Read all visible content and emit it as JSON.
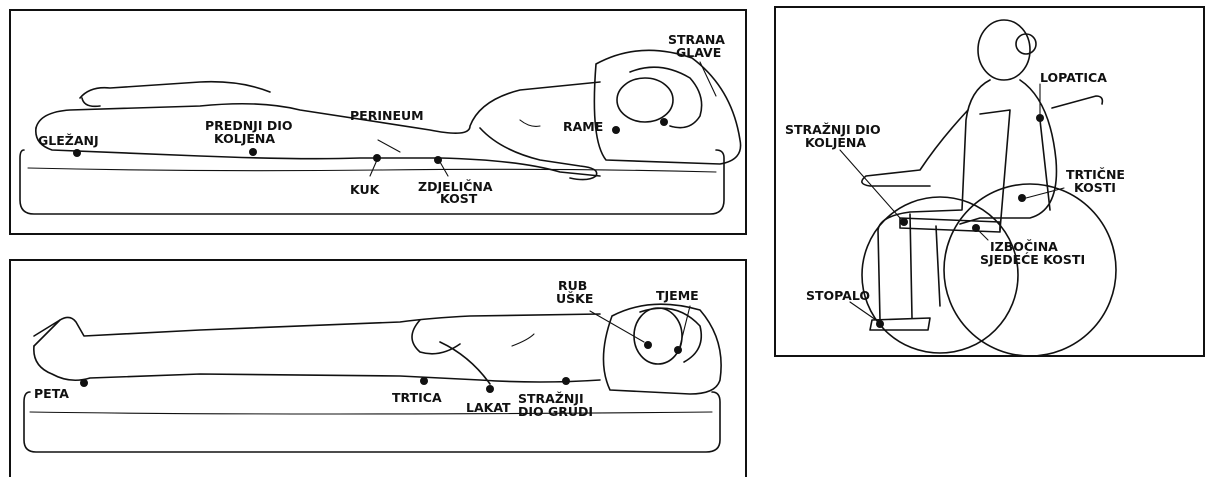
{
  "side_lying": {
    "labels": {
      "strana_glave_1": "STRANA",
      "strana_glave_2": "GLAVE",
      "gleznaj": "GLEŽANJ",
      "prednji_1": "PREDNJI DIO",
      "prednji_2": "KOLJENA",
      "perineum": "PERINEUM",
      "rame": "RAME",
      "kuk": "KUK",
      "zdjelicna_1": "ZDJELIČNA",
      "zdjelicna_2": "KOST"
    }
  },
  "supine": {
    "labels": {
      "rub_1": "RUB",
      "rub_2": "UŠKE",
      "tjeme": "TJEME",
      "peta": "PETA",
      "trtica": "TRTICA",
      "lakat": "LAKAT",
      "strazni_grudi_1": "STRAŽNJI",
      "strazni_grudi_2": "DIO GRUDI"
    }
  },
  "seated": {
    "labels": {
      "lopatica": "LOPATICA",
      "strazni_koljena_1": "STRAŽNJI DIO",
      "strazni_koljena_2": "KOLJENA",
      "trticne_1": "TRTIČNE",
      "trticne_2": "KOSTI",
      "izbocina_1": "IZBOČINA",
      "izbocina_2": "SJEDEĆE KOSTI",
      "stopalo": "STOPALO"
    }
  }
}
